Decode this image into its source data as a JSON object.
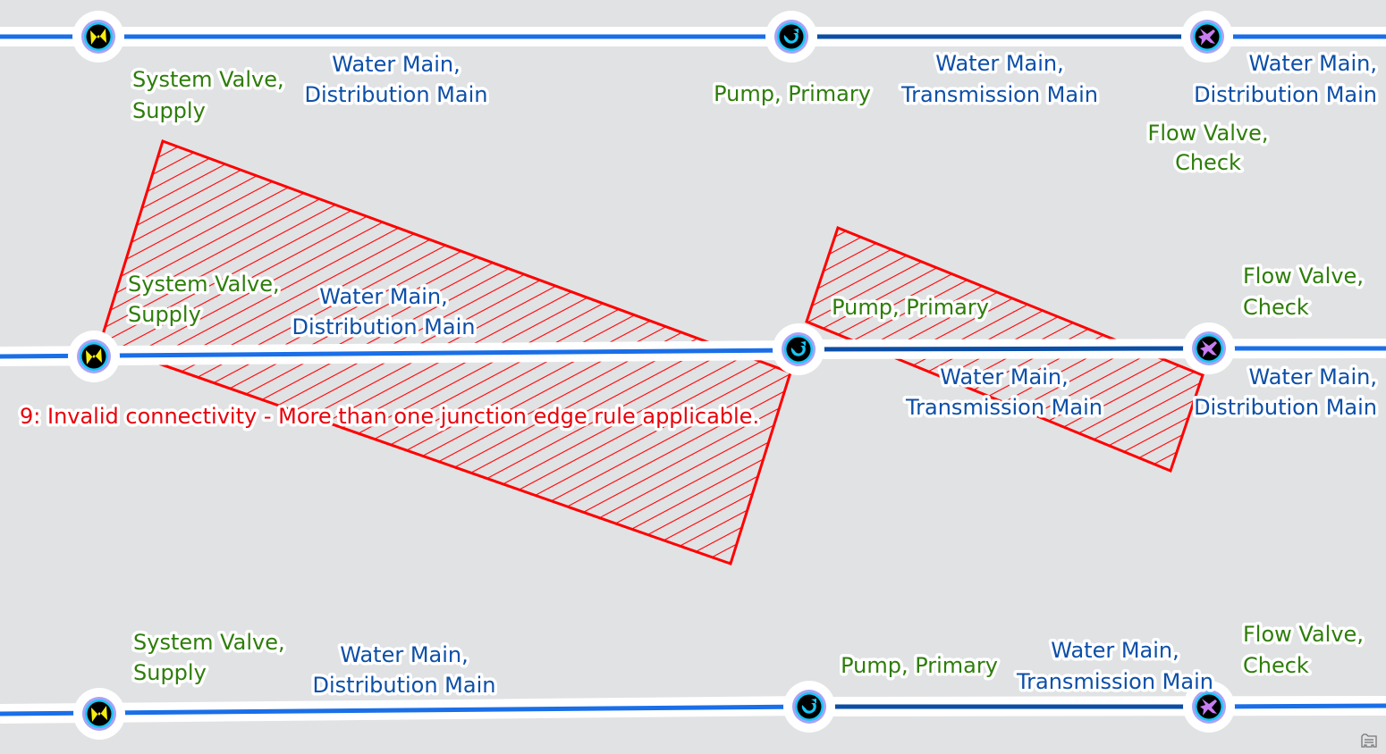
{
  "map": {
    "background": "#e1e2e4",
    "colors": {
      "distribution_line": "#1a6fe8",
      "transmission_line": "#0b4ea6",
      "error": "#ff0000",
      "label_green": "#2e7d0b",
      "label_blue": "#0d4fa8",
      "halo": "#ffffff"
    },
    "rows": [
      {
        "name": "top",
        "labels": {
          "valve": [
            "System Valve,",
            "Supply"
          ],
          "dist": [
            "Water Main,",
            "Distribution Main"
          ],
          "pump": [
            "Pump, Primary"
          ],
          "trans": [
            "Water Main,",
            "Transmission Main"
          ],
          "dist2": [
            "Water Main,",
            "Distribution Main"
          ],
          "flow": [
            "Flow Valve,",
            "Check"
          ]
        }
      },
      {
        "name": "middle",
        "labels": {
          "valve": [
            "System Valve,",
            "Supply"
          ],
          "dist": [
            "Water Main,",
            "Distribution Main"
          ],
          "pump": [
            "Pump, Primary"
          ],
          "trans": [
            "Water Main,",
            "Transmission Main"
          ],
          "dist2": [
            "Water Main,",
            "Distribution Main"
          ],
          "flow": [
            "Flow Valve,",
            "Check"
          ]
        }
      },
      {
        "name": "bottom",
        "labels": {
          "valve": [
            "System Valve,",
            "Supply"
          ],
          "dist": [
            "Water Main,",
            "Distribution Main"
          ],
          "pump": [
            "Pump, Primary"
          ],
          "trans": [
            "Water Main,",
            "Transmission Main"
          ],
          "flow": [
            "Flow Valve,",
            "Check"
          ]
        }
      }
    ],
    "error_message": "9: Invalid connectivity - More than one junction edge rule applicable.",
    "icons": {
      "system_valve": "system-valve-icon",
      "pump": "pump-icon",
      "flow_valve": "flow-valve-icon",
      "corner": "map-tips-icon"
    }
  }
}
